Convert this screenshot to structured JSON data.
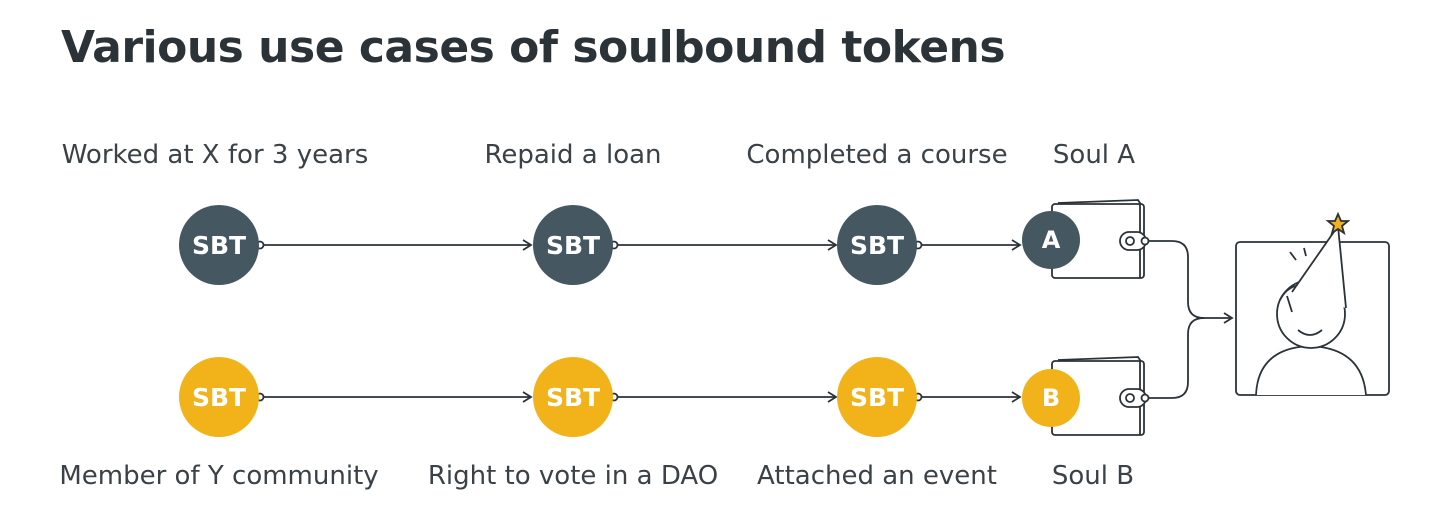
{
  "title": "Various use cases of soulbound tokens",
  "token_label": "SBT",
  "top_row": {
    "labels": [
      "Worked at X for 3 years",
      "Repaid a loan",
      "Completed a course"
    ],
    "soul_label": "Soul A",
    "soul_badge": "A",
    "color": "#455761"
  },
  "bottom_row": {
    "labels": [
      "Member of Y community",
      "Right to vote in a DAO",
      "Attached an event"
    ],
    "soul_label": "Soul B",
    "soul_badge": "B",
    "color": "#f2b31a"
  },
  "icons": [
    "wallet-icon",
    "wallet-icon",
    "person-party-hat-icon"
  ]
}
